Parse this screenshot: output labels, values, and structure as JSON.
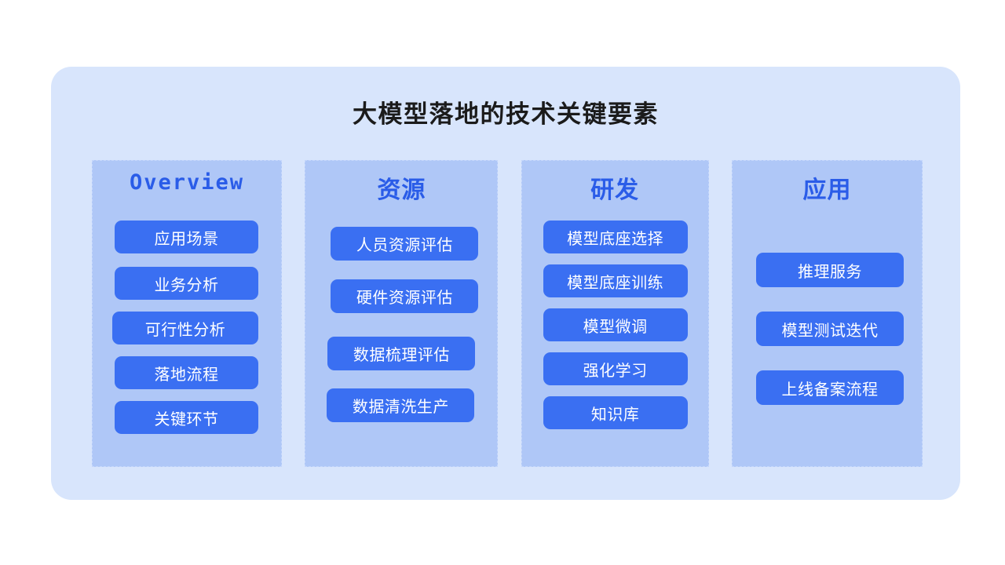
{
  "slide": {
    "title": "大模型落地的技术关键要素",
    "background_color": "#ffffff",
    "card_color": "#d8e5fc",
    "panel_color": "#afc7f7",
    "accent_color": "#2a5ce8",
    "item_color": "#3a6ff2",
    "item_text_color": "#ffffff",
    "title_color": "#1b1b1b"
  },
  "columns": [
    {
      "header": "Overview",
      "header_style": "monospace",
      "items": [
        {
          "label": "应用场景"
        },
        {
          "label": "业务分析"
        },
        {
          "label": "可行性分析"
        },
        {
          "label": "落地流程"
        },
        {
          "label": "关键环节"
        }
      ]
    },
    {
      "header": "资源",
      "header_style": "chinese",
      "items": [
        {
          "label": "人员资源评估"
        },
        {
          "label": "硬件资源评估"
        },
        {
          "label": "数据梳理评估"
        },
        {
          "label": "数据清洗生产"
        }
      ]
    },
    {
      "header": "研发",
      "header_style": "chinese",
      "items": [
        {
          "label": "模型底座选择"
        },
        {
          "label": "模型底座训练"
        },
        {
          "label": "模型微调"
        },
        {
          "label": "强化学习"
        },
        {
          "label": "知识库"
        }
      ]
    },
    {
      "header": "应用",
      "header_style": "chinese",
      "items": [
        {
          "label": "推理服务"
        },
        {
          "label": "模型测试迭代"
        },
        {
          "label": "上线备案流程"
        }
      ]
    }
  ]
}
